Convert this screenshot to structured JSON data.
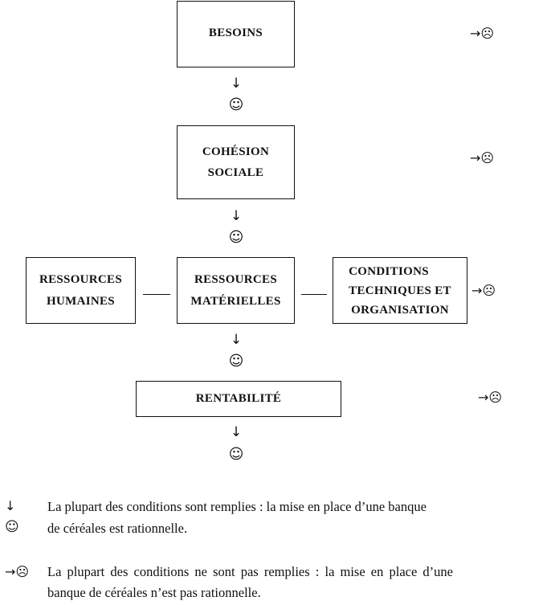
{
  "symbols": {
    "down_arrow": "↓",
    "smiley": "☺",
    "neg_arrow": "→☹"
  },
  "boxes": {
    "besoins": [
      "BESOINS"
    ],
    "cohesion": [
      "COHÉSION",
      "SOCIALE"
    ],
    "ressources_humaines": [
      "RESSOURCES",
      "HUMAINES"
    ],
    "ressources_materielles": [
      "RESSOURCES",
      "MATÉRIELLES"
    ],
    "conditions": [
      "CONDITIONS",
      "TECHNIQUES ET",
      "ORGANISATION"
    ],
    "rentabilite": [
      "RENTABILITÉ"
    ]
  },
  "legend": {
    "positive_line1": "La plupart des conditions sont remplies : la mise en place d’une banque",
    "positive_line2": "de céréales est rationnelle.",
    "negative_line1": "La plupart des conditions ne sont pas remplies : la mise en place d’une",
    "negative_line2": "banque de céréales n’est pas rationnelle."
  }
}
